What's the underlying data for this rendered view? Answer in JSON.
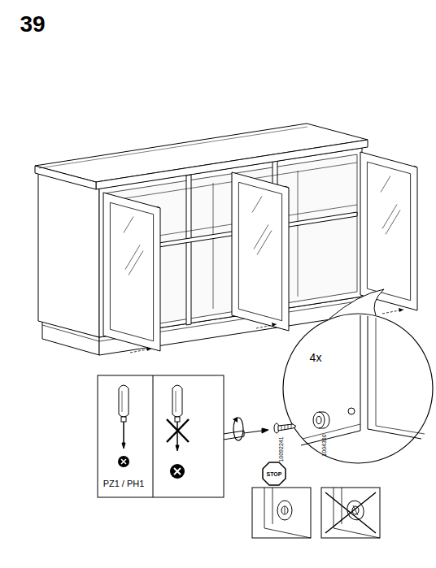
{
  "diagram": {
    "labels": [
      "39",
      "4x",
      "10092241",
      "1004350",
      "PZ1 / PH1",
      "STOP"
    ]
  }
}
